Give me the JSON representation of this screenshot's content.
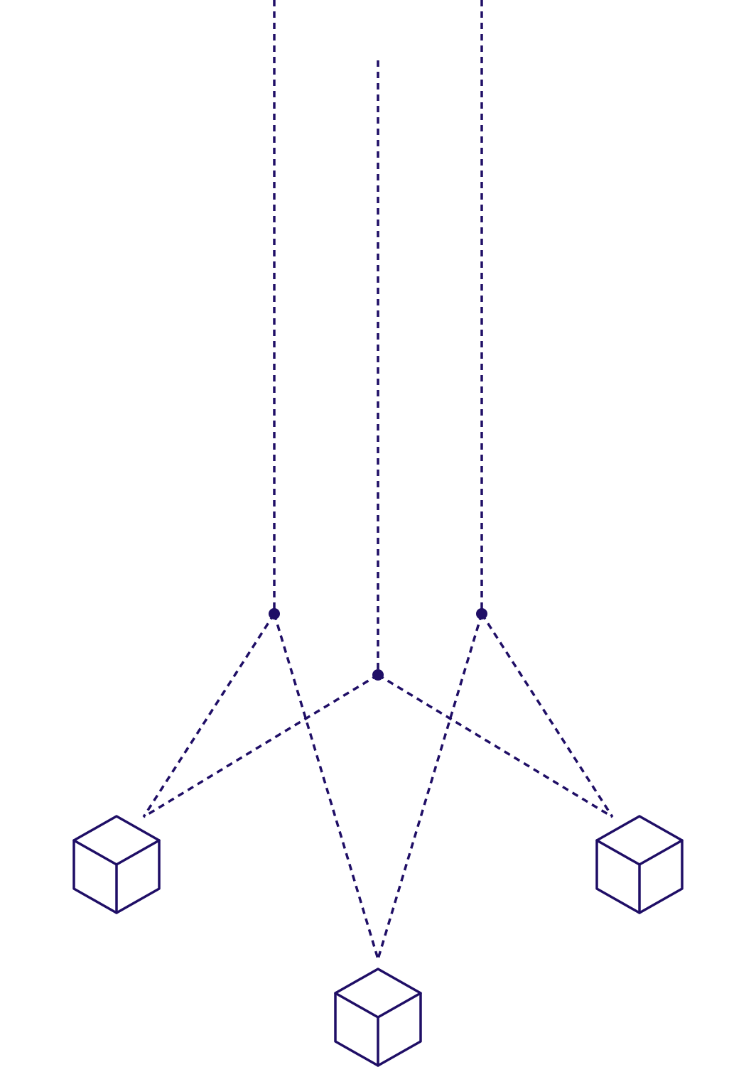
{
  "diagram": {
    "colors": {
      "stroke": "#1f0e66",
      "background": "#ffffff"
    },
    "hubs": [
      "hub-left",
      "hub-center",
      "hub-right"
    ],
    "nodes": [
      "cube-left",
      "cube-center",
      "cube-right"
    ],
    "connections": [
      {
        "from": "hub-left",
        "to": "cube-left"
      },
      {
        "from": "hub-left",
        "to": "cube-center"
      },
      {
        "from": "hub-center",
        "to": "cube-left"
      },
      {
        "from": "hub-center",
        "to": "cube-right"
      },
      {
        "from": "hub-right",
        "to": "cube-center"
      },
      {
        "from": "hub-right",
        "to": "cube-right"
      }
    ],
    "icons": {
      "cube": "cube-icon",
      "hub": "dot-icon"
    }
  }
}
